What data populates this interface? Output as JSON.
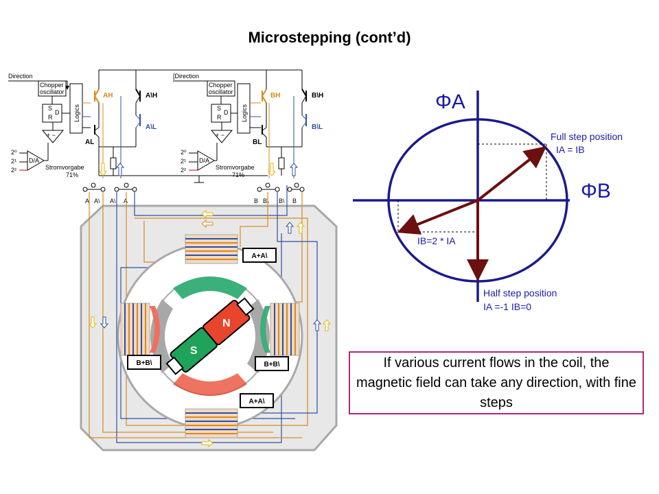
{
  "slide": {
    "title": "Microstepping (cont’d)"
  },
  "schematic": {
    "left": {
      "direction": "Direction",
      "chopper_line1": "Chopper",
      "chopper_line2": "oscillator",
      "flipflop_s": "S",
      "flipflop_d": "D",
      "flipflop_r": "R",
      "logics": "Logics",
      "opamp": "+ −",
      "dac": "D/A",
      "bit0": "2⁰",
      "bit1": "2¹",
      "bit2": "2²",
      "stromvorgabe": "Stromvorgabe",
      "percent": "71%",
      "sw_high": "AH",
      "sw_low": "AL",
      "sw_high_inv": "A\\H",
      "sw_low_inv": "A\\L",
      "term1": "A",
      "term2": "A\\",
      "term3": "A\\",
      "term4": "A"
    },
    "right": {
      "direction": "[Direction",
      "chopper_line1": "Chopper",
      "chopper_line2": "oscillator",
      "flipflop_s": "S",
      "flipflop_d": "D",
      "flipflop_r": "R",
      "logics": "Logics",
      "opamp": "+ −",
      "dac": "D/A",
      "bit0": "2⁰",
      "bit1": "2¹",
      "bit2": "2²",
      "stromvorgabe": "Stromvorgabe",
      "percent": "71%",
      "sw_high": "BH",
      "sw_low": "BL",
      "sw_high_inv": "B\\H",
      "sw_low_inv": "B\\L",
      "term1": "B",
      "term2": "B\\",
      "term3": "B\\",
      "term4": "B"
    },
    "motor": {
      "coil_top": "A+A\\",
      "coil_bottom": "A+A\\",
      "coil_left": "B+B\\",
      "coil_right": "B+B\\",
      "north": "N",
      "south": "S"
    }
  },
  "vector_diagram": {
    "axis_a": "ΦA",
    "axis_b": "ΦB",
    "full_step_label": "Full  step  position",
    "full_step_eq": "IA = IB",
    "ratio_label": "IB=2 * IA",
    "half_step_label": "Half  step  position",
    "half_step_eq": "IA =-1  IB=0"
  },
  "callout": {
    "text": "If various current flows in the coil, the magnetic field can take any direction, with fine steps"
  },
  "colors": {
    "orange": "#d98a1e",
    "blue": "#2e4fa3",
    "yellow": "#f2d21b",
    "navy": "#1a1a8c",
    "vector": "#6b0f0f",
    "north": "#e8452c",
    "south": "#1fa35a",
    "pole": "#3bb07a",
    "frame": "#b0b0b0",
    "callout_border": "#b0267a"
  }
}
